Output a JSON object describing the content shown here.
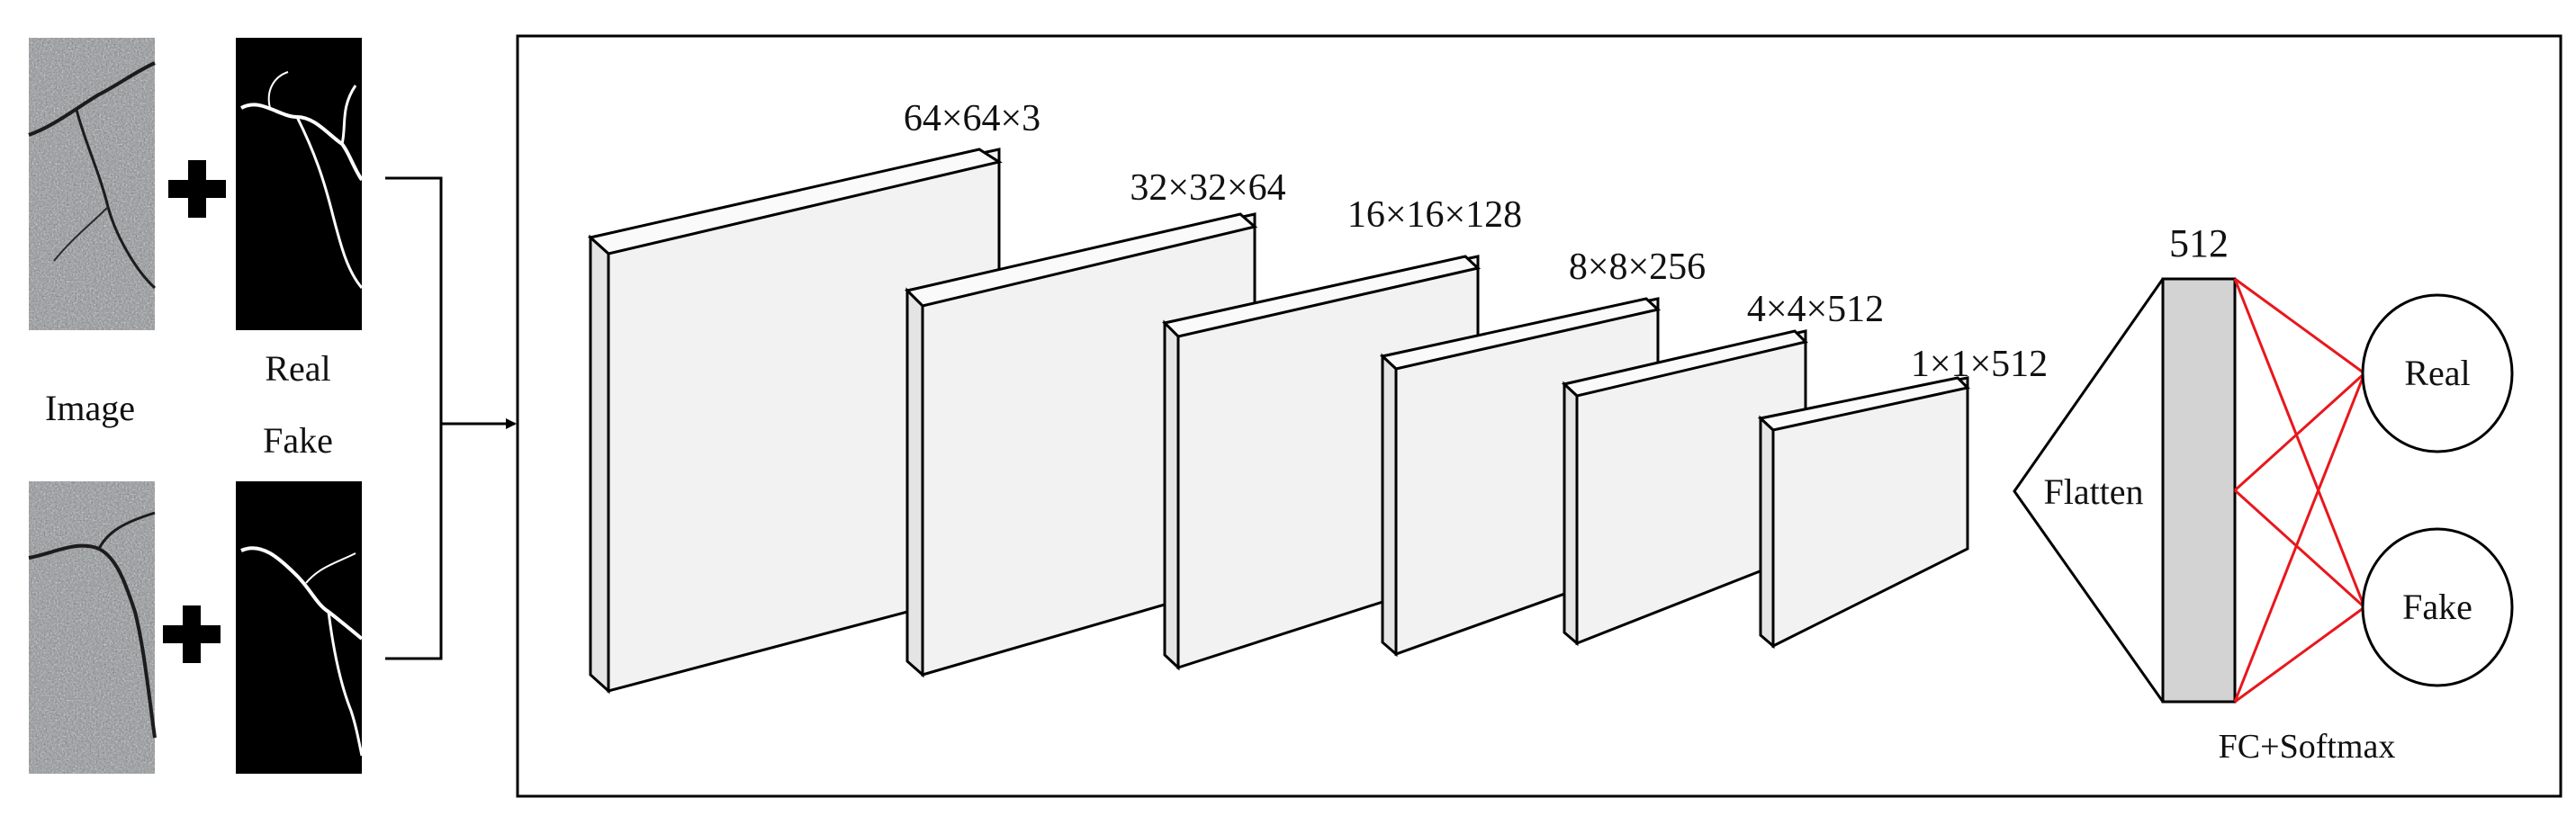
{
  "input": {
    "image_label": "Image",
    "real_label": "Real",
    "fake_label": "Fake"
  },
  "layers": [
    {
      "dims": "64×64×3"
    },
    {
      "dims": "32×32×64"
    },
    {
      "dims": "16×16×128"
    },
    {
      "dims": "8×8×256"
    },
    {
      "dims": "4×4×512"
    },
    {
      "dims": "1×1×512"
    }
  ],
  "flatten": {
    "label": "Flatten",
    "size": "512"
  },
  "outputs": {
    "real": "Real",
    "fake": "Fake"
  },
  "fc_label": "FC+Softmax",
  "colors": {
    "block_face": "#f2f2f2",
    "block_side": "#e4e4e4",
    "fc_bar": "#d3d3d3",
    "connections": "#e8171c",
    "stroke": "#000000",
    "mask_background": "#000000",
    "texture": "#8a8d8e"
  }
}
